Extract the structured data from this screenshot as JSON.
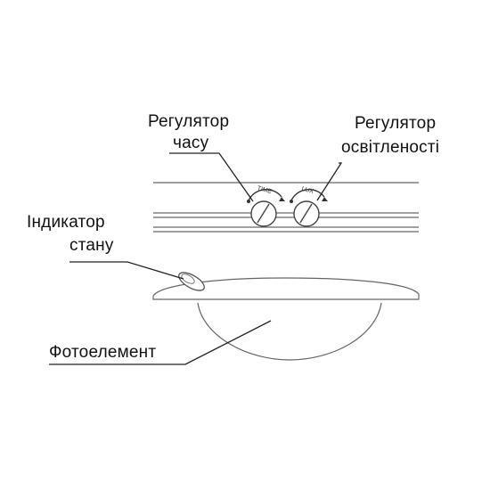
{
  "labels": {
    "time_regulator": [
      "Регулятор",
      "часу"
    ],
    "light_regulator": [
      "Регулятор",
      "освітленості"
    ],
    "status_indicator": [
      "Індикатор",
      "стану"
    ],
    "photo_element": [
      "Фотоелемент"
    ]
  },
  "dial_marks": {
    "time": "TIME",
    "lux": "LUX"
  },
  "colors": {
    "line": "#555555",
    "text": "#111111",
    "background": "#ffffff"
  }
}
